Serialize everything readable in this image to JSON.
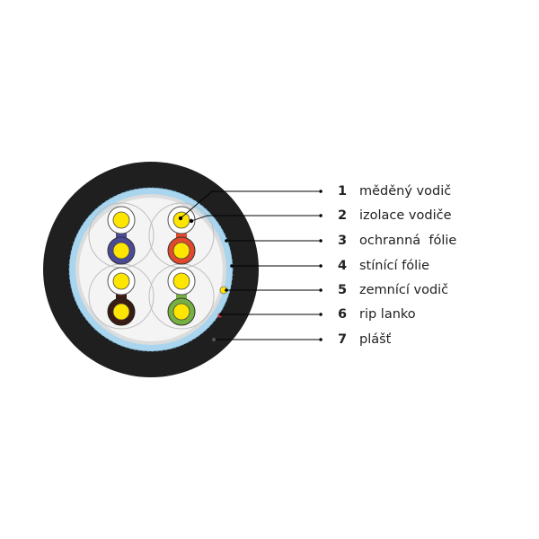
{
  "legend": [
    {
      "number": "1",
      "label": "měděný vodič"
    },
    {
      "number": "2",
      "label": "izolace vodiče"
    },
    {
      "number": "3",
      "label": "ochranná  fólie"
    },
    {
      "number": "4",
      "label": "stínící fólie"
    },
    {
      "number": "5",
      "label": "zemnící vodič"
    },
    {
      "number": "6",
      "label": "rip lanko"
    },
    {
      "number": "7",
      "label": "plášť"
    }
  ],
  "colors": {
    "jacket": "#1f1f1f",
    "shield": "#a9d6ee",
    "inner_fill": "#ededed",
    "copper": "#ffe600",
    "pair_blue": "#4b4a96",
    "pair_orange": "#e2492c",
    "pair_brown": "#3a1c13",
    "pair_green": "#76b043",
    "rip_cord": "#cc3333",
    "leader_line": "#000000"
  }
}
